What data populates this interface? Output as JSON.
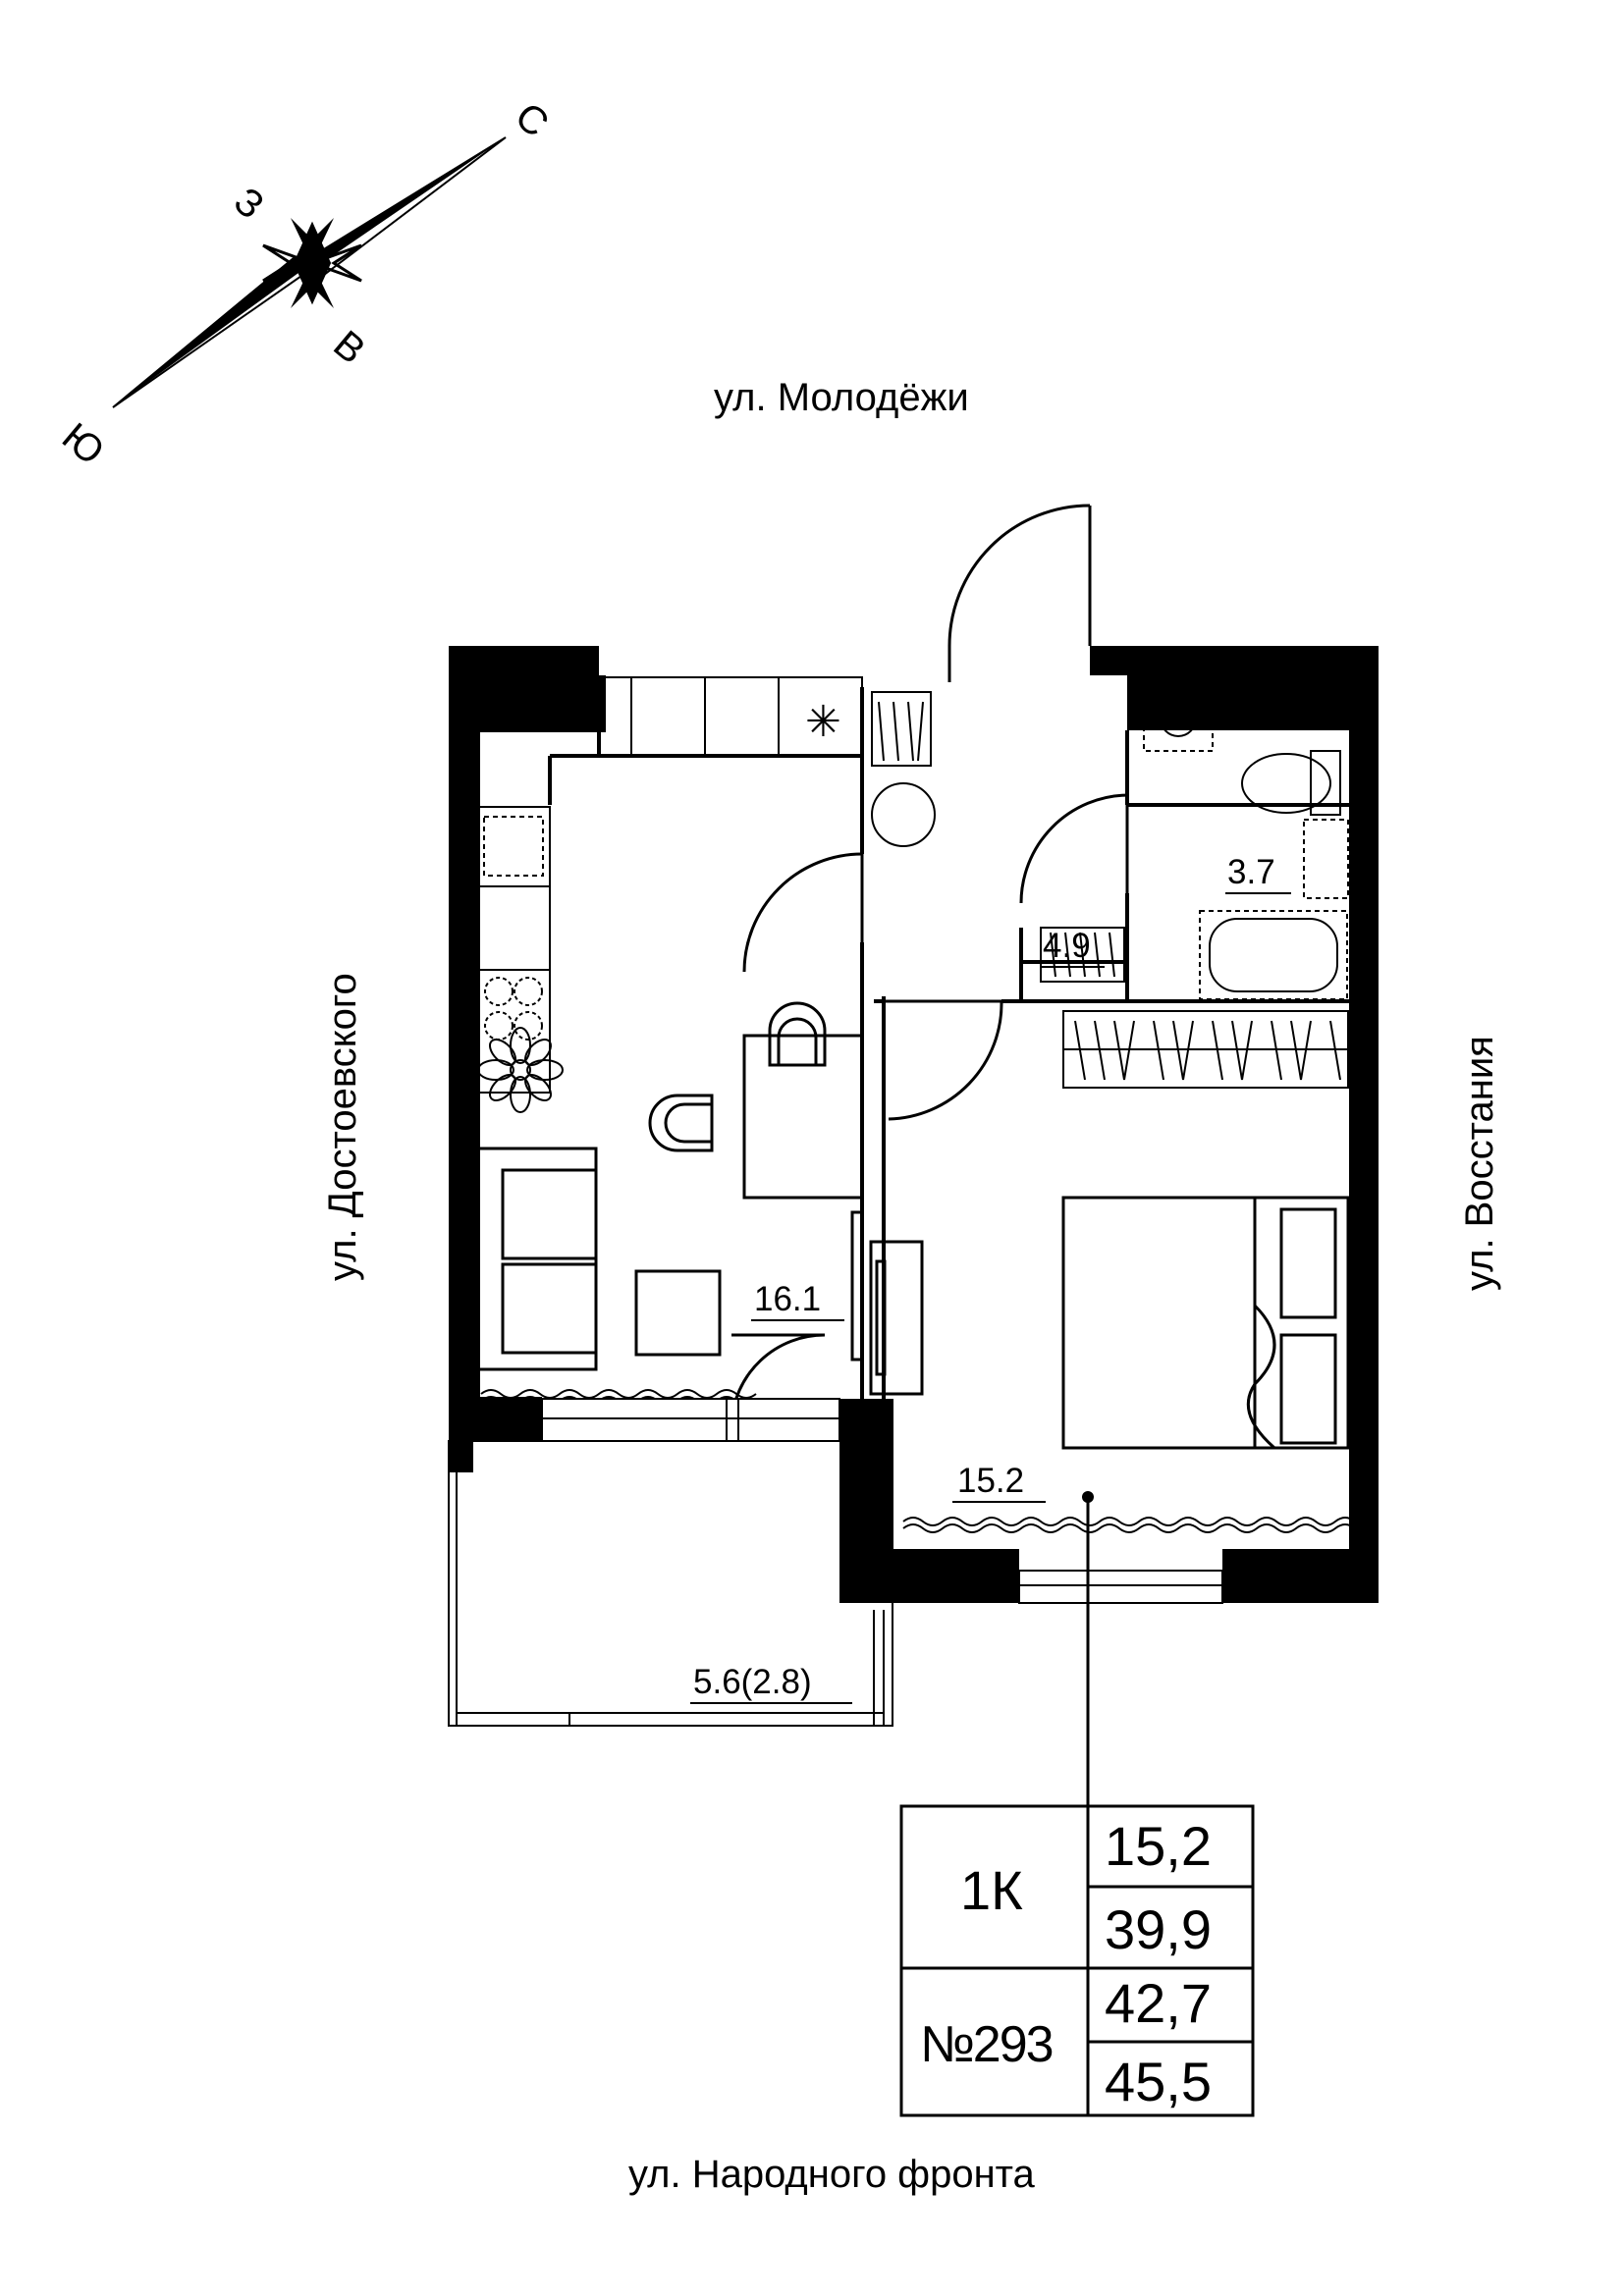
{
  "compass": {
    "north": "С",
    "south": "Ю",
    "east": "В",
    "west": "З"
  },
  "streets": {
    "top": "ул. Молодёжи",
    "left": "ул. Достоевского",
    "right": "ул. Восстания",
    "bottom": "ул. Народного фронта"
  },
  "rooms": {
    "kitchen_living": "16.1",
    "bedroom": "15.2",
    "bathroom": "3.7",
    "hall": "4.9",
    "loggia": "5.6(2.8)"
  },
  "table": {
    "type": "1К",
    "number": "№293",
    "values": [
      "15,2",
      "39,9",
      "42,7",
      "45,5"
    ]
  }
}
